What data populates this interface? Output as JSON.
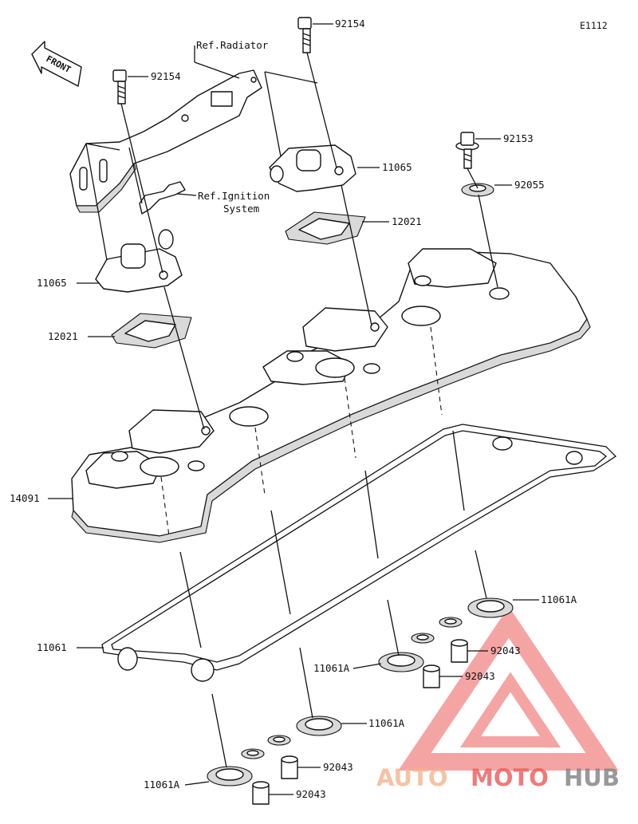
{
  "diagram": {
    "code": "E1112",
    "front_label": "FRONT",
    "ref_radiator": "Ref.Radiator",
    "ref_ignition_line1": "Ref.Ignition",
    "ref_ignition_line2": "System",
    "parts": {
      "p92154_top": "92154",
      "p92154_left": "92154",
      "p92153": "92153",
      "p92055": "92055",
      "p11065_right": "11065",
      "p11065_left": "11065",
      "p12021_right": "12021",
      "p12021_left": "12021",
      "p14091": "14091",
      "p11061": "11061",
      "p11061A_1": "11061A",
      "p11061A_2": "11061A",
      "p11061A_3": "11061A",
      "p11061A_4": "11061A",
      "p92043_1": "92043",
      "p92043_2": "92043",
      "p92043_3": "92043",
      "p92043_4": "92043"
    }
  },
  "watermark": {
    "part1": "AUTO",
    "part2": "MOTO",
    "part3": "HUB",
    "color_light": "#f4b38e",
    "color_red": "#ee5a5a",
    "color_dark": "#808080"
  }
}
